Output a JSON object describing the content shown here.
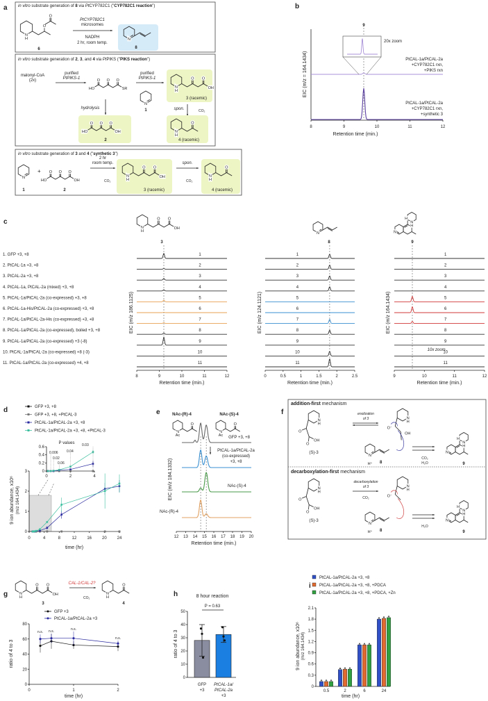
{
  "atoms": {
    "N": "N",
    "H": "H",
    "O": "O",
    "OH": "OH",
    "HO": "HO",
    "SR": "SR",
    "Ac": "Ac",
    "Hm": "H⁺",
    "Om": "O⁻",
    "R": "R",
    "S": "S"
  },
  "panel_a": {
    "label": "a",
    "box1": {
      "title": [
        [
          "in vitro",
          "i"
        ],
        [
          " substrate generation of ",
          ""
        ],
        [
          "8",
          "b"
        ],
        [
          " via ",
          ""
        ],
        [
          "Pt",
          "i"
        ],
        [
          "CYP782C1 (\"",
          ""
        ],
        [
          "CYP782C1 reaction",
          "b"
        ],
        [
          "\")",
          ""
        ]
      ],
      "compound_6": "6",
      "reagent_1": "PtCYP782C1",
      "reagent_2": "microsomes",
      "cond_1": "NADPH",
      "cond_2": "2 hr, room temp.",
      "compound_8": "8",
      "product_color": "#d6ebf8"
    },
    "box2": {
      "title": [
        [
          "in vitro",
          "i"
        ],
        [
          " substrate generation of ",
          ""
        ],
        [
          "2",
          "b"
        ],
        [
          ", ",
          ""
        ],
        [
          "3",
          "b"
        ],
        [
          ", and ",
          ""
        ],
        [
          "4",
          "b"
        ],
        [
          " via ",
          ""
        ],
        [
          "Pt",
          "i"
        ],
        [
          "PIKS (\"",
          ""
        ],
        [
          "PIKS reaction",
          "b"
        ],
        [
          "\")",
          ""
        ]
      ],
      "start_1": "malonyl-CoA",
      "start_2": "(2x)",
      "step1_1": "purified",
      "step1_2": "PtPIKS-1",
      "step2_1": "purified",
      "step2_2": "PtPIKS-1",
      "compound_1": "1",
      "compound_3": "3 (racemic)",
      "hydrolysis": "hydrolysis",
      "spon": "spon.",
      "co2": "CO₂",
      "compound_2": "2",
      "compound_4": "4 (racemic)",
      "highlight_color": "#eef5c4"
    },
    "box3": {
      "title": [
        [
          "in vitro",
          "i"
        ],
        [
          " substrate generation of ",
          ""
        ],
        [
          "3",
          "b"
        ],
        [
          " and ",
          ""
        ],
        [
          "4",
          "b"
        ],
        [
          " (\"",
          ""
        ],
        [
          "synthetic 3",
          "b"
        ],
        [
          "\")",
          ""
        ]
      ],
      "plus": "+",
      "cond_1": "2 hr",
      "cond_2": "room temp.",
      "co2_a": "CO₂",
      "spon": "spon.",
      "co2_b": "CO₂",
      "compound_1": "1",
      "compound_2": "2",
      "compound_3": "3 (racemic)",
      "compound_4": "4 (racemic)"
    }
  },
  "panel_f": {
    "label": "f",
    "top": {
      "title": [
        [
          "addition-first",
          "b"
        ],
        [
          " mechanism",
          ""
        ]
      ],
      "step_1": "enolization",
      "step_2": "of 3",
      "substrate": "(S)-3",
      "compound_8": "8",
      "byprod_1": "CO₂",
      "byprod_2": "H₂O",
      "product": "9"
    },
    "bottom": {
      "title": [
        [
          "decarboxylation-first",
          "b"
        ],
        [
          " mechanism",
          ""
        ]
      ],
      "step_1": "decarboxylation",
      "step_2": "of 3",
      "co2": "CO₂",
      "substrate": "(S)-3",
      "compound_8": "8",
      "byprod_1": "H₂O",
      "product": "9"
    },
    "arrow_colors": {
      "top": "#3a3aa0",
      "bottom": "#d04040"
    }
  },
  "panel_g_scheme": {
    "compound_3": "3",
    "enzyme": "CAL-1/CAL-2?",
    "co2": "CO₂",
    "compound_4": "4",
    "enzyme_color": "#d03030"
  },
  "chart_data": [
    {
      "id": "b",
      "panel_label": "b",
      "type": "line",
      "peak_label": "9",
      "inset_label": "20x zoom",
      "xlabel": "Retention time (min.)",
      "ylabel": "EIC (m/z = 164.1434)",
      "xlim": [
        8,
        12
      ],
      "xticks": [
        8,
        9,
        10,
        11,
        12
      ],
      "series": [
        {
          "label_lines": [
            "PtCAL-1a/PtCAL-2a",
            "+CYP782C1 rxn,",
            "+PIKS rxn"
          ],
          "color": "#a890d8",
          "peak_rt": 9.6,
          "relative_peak": 0.05
        },
        {
          "label_lines": [
            "PtCAL-1a/PtCAL-2a",
            "+CYP782C1 rxn,",
            "+synthetic 3"
          ],
          "color": "#5a3ea0",
          "peak_rt": 9.6,
          "relative_peak": 1.0
        }
      ]
    },
    {
      "id": "c",
      "panel_label": "c",
      "type": "line",
      "conditions": [
        "1. GFP +3, +8",
        "2. PtCAL-1a +3, +8",
        "3. PtCAL-2a +3, +8",
        "4. PtCAL-1a, PtCAL-2a (mixed) +3, +8",
        "5. PtCAL-1a/PtCAL-2a (co-expressed) +3, +8",
        "6. PtCAL-1a-His/PtCAL-2a (co-expressed) +3, +8",
        "7. PtCAL-1a/PtCAL-2a-His (co-expressed) +3, +8",
        "8. PtCAL-1a/PtCAL-2a (co-expressed), boiled +3, +8",
        "9. PtCAL-1a/PtCAL-2a (co-expressed) +3 (-8)",
        "10. PtCAL-1a/PtCAL-2a (co-expressed) +8 (-3)",
        "11. PtCAL-1a/PtCAL-2a (co-expressed) +4, +8"
      ],
      "row_numbers": [
        "1",
        "2",
        "3",
        "4",
        "5",
        "6",
        "7",
        "8",
        "9",
        "10",
        "11"
      ],
      "base_color": "#333333",
      "highlight_rows": [
        5,
        6,
        7
      ],
      "subplots": [
        {
          "compound": "3",
          "ylabel": "EIC (m/z 186.1125)",
          "xlabel": "Retention time (min.)",
          "xlim": [
            8,
            12
          ],
          "xticks": [
            8,
            9,
            10,
            11,
            12
          ],
          "peak_rt": 9.2,
          "highlight_color": "#e8a050",
          "relative_peaks": [
            0.6,
            0.1,
            0.2,
            0.15,
            0.2,
            0.05,
            0.1,
            0.15,
            0.95,
            0,
            0
          ]
        },
        {
          "compound": "8",
          "ylabel": "EIC (m/z 124.1121)",
          "xlabel": "Retention time (min.)",
          "xlim": [
            0,
            2.5
          ],
          "xticks": [
            0,
            0.5,
            1.0,
            1.5,
            2.0,
            2.5
          ],
          "peak_rt": 1.8,
          "highlight_color": "#3a8fd0",
          "relative_peaks": [
            0.5,
            0.5,
            0.5,
            0.5,
            0,
            0,
            0.5,
            0.5,
            0,
            0.55,
            0.95
          ]
        },
        {
          "compound": "9",
          "ylabel": "EIC (m/z 164.1434)",
          "xlabel": "Retention time (min.)",
          "xlim": [
            9,
            12
          ],
          "xticks": [
            9,
            10,
            11,
            12
          ],
          "peak_rt": 9.6,
          "highlight_color": "#d03838",
          "annotation": "10x zoom",
          "relative_peaks": [
            0,
            0,
            0,
            0,
            0.65,
            0.7,
            0.25,
            0,
            0,
            0,
            0
          ]
        }
      ]
    },
    {
      "id": "d",
      "panel_label": "d",
      "type": "line",
      "xlabel": "time (hr)",
      "ylabel": "9 ion abundance, x10⁶",
      "ylabel_2": "(m/z 164.1434)",
      "xlim": [
        0,
        24
      ],
      "ylim": [
        0,
        3
      ],
      "xticks": [
        0,
        4,
        8,
        12,
        16,
        20,
        24
      ],
      "yticks": [
        0,
        1,
        2,
        3
      ],
      "x": [
        0,
        0.25,
        0.5,
        1,
        2,
        4,
        8,
        20,
        24
      ],
      "series": [
        {
          "name": "GFP +3, +8",
          "color": "#111111",
          "values": [
            0,
            0,
            0,
            0,
            0,
            0,
            0,
            0,
            0
          ],
          "error": [
            0,
            0,
            0,
            0,
            0,
            0,
            0,
            0,
            0
          ]
        },
        {
          "name": "GFP +3, +8, +PtCAL-3",
          "color": "#777777",
          "values": [
            0,
            0,
            0,
            0,
            0,
            0,
            0,
            0,
            0
          ],
          "error": [
            0,
            0,
            0,
            0,
            0,
            0,
            0,
            0,
            0
          ]
        },
        {
          "name": "PtCAL-1a/PtCAL-2a +3, +8",
          "color": "#2a2aa0",
          "values": [
            0,
            0,
            0,
            0.02,
            0.04,
            0.18,
            0.84,
            2.12,
            2.25
          ],
          "error": [
            0,
            0,
            0,
            0.01,
            0.02,
            0.08,
            0.2,
            0.3,
            0.3
          ]
        },
        {
          "name": "PtCAL-1a/PtCAL-2a +3, +8, +PtCAL-3",
          "color": "#3ec0a0",
          "values": [
            0,
            0,
            0.01,
            0.03,
            0.11,
            0.47,
            1.33,
            2.01,
            2.38
          ],
          "error": [
            0,
            0,
            0.01,
            0.01,
            0.03,
            0.05,
            0.35,
            0.87,
            0.45
          ]
        }
      ],
      "inset": {
        "title": "P values",
        "xlim": [
          0,
          4
        ],
        "ylim": [
          0,
          0.6
        ],
        "xticks": [
          0,
          2,
          4
        ],
        "yticks": [
          0,
          0.2,
          0.4,
          0.6
        ],
        "p_values": [
          "0.006",
          "0.02",
          "0.06",
          "0.04",
          "0.03"
        ]
      }
    },
    {
      "id": "e",
      "panel_label": "e",
      "type": "line",
      "compound_labels": [
        "NAc-(R)-4",
        "NAc-(S)-4"
      ],
      "xlabel": "Retention time (min.)",
      "ylabel": "EIC (m/z 184.1332)",
      "xlim": [
        12,
        20
      ],
      "xticks": [
        12,
        13,
        14,
        15,
        16,
        17,
        18,
        19,
        20
      ],
      "peak_rts": [
        14.6,
        15.2
      ],
      "series": [
        {
          "label_lines": [
            "GFP +3, +8"
          ],
          "color": "#666666",
          "relative_peaks": [
            1.0,
            0.9
          ]
        },
        {
          "label_lines": [
            "PtCAL-1a/PtCAL-2a",
            "(co-expressed)",
            "+3, +8"
          ],
          "color": "#3a8fd0",
          "relative_peaks": [
            0.9,
            0.6
          ]
        },
        {
          "label_lines": [
            "NAc-(S)-4"
          ],
          "color": "#4a9a4a",
          "relative_peaks": [
            0.2,
            1.0
          ]
        },
        {
          "label_lines": [
            "NAc-(R)-4"
          ],
          "color": "#e0a060",
          "relative_peaks": [
            0.9,
            0.2
          ]
        }
      ]
    },
    {
      "id": "g",
      "panel_label": "g",
      "type": "line",
      "xlabel": "time (hr)",
      "ylabel": "ratio of 4 to 3",
      "xlim": [
        0,
        2
      ],
      "ylim": [
        0,
        80
      ],
      "xticks": [
        0,
        1,
        2
      ],
      "yticks": [
        0,
        20,
        40,
        60,
        80
      ],
      "x": [
        0.25,
        0.5,
        1,
        2
      ],
      "significance": [
        "n.s.",
        "n.s.",
        "n.s.",
        "n.s."
      ],
      "series": [
        {
          "name": "GFP +3",
          "color": "#111111",
          "values": [
            51,
            57,
            52,
            50
          ],
          "error": [
            9,
            10,
            5,
            6
          ]
        },
        {
          "name": "PtCAL-1a/PtCAL-2a +3",
          "color": "#2a2aa0",
          "values": [
            60,
            61,
            61,
            54
          ],
          "error": [
            6,
            6,
            9,
            4
          ]
        }
      ]
    },
    {
      "id": "h",
      "panel_label": "h",
      "type": "bar",
      "title": "8 hour reaction",
      "ylabel": "ratio of 4 to 3",
      "ylim": [
        0,
        50
      ],
      "yticks": [
        0,
        10,
        20,
        30,
        40,
        50
      ],
      "categories": [
        [
          "GFP",
          "+3"
        ],
        [
          "PtCAL-1a/",
          "PtCAL-2a",
          "+3"
        ]
      ],
      "values": [
        28,
        32.5
      ],
      "error": [
        12,
        6
      ],
      "points": [
        [
          37,
          33,
          15
        ],
        [
          38,
          31,
          28
        ]
      ],
      "colors": [
        "#8a8ca0",
        "#1a7fe0"
      ],
      "annotation": "P = 0.63"
    },
    {
      "id": "i",
      "panel_label": "i",
      "type": "bar",
      "xlabel": "time (hr)",
      "ylabel": "9 ion abundance, x10⁶",
      "ylabel_2": "(m/z 164.1434)",
      "ylim": [
        0,
        2.1
      ],
      "yticks": [
        0,
        0.3,
        0.6,
        0.9,
        1.2,
        1.5,
        1.8,
        2.1
      ],
      "categories": [
        "0.5",
        "2",
        "6",
        "24"
      ],
      "series": [
        {
          "name": "PtCAL-1a/PtCAL-2a +3, +8",
          "color": "#3050c8",
          "values": [
            0.13,
            0.45,
            1.11,
            1.8
          ]
        },
        {
          "name": "PtCAL-1a/PtCAL-2a +3, +8, +PDCA",
          "color": "#e06a30",
          "values": [
            0.13,
            0.46,
            1.11,
            1.82
          ]
        },
        {
          "name": "PtCAL-1a/PtCAL-2a +3, +8, +PDCA, +Zn",
          "color": "#30a040",
          "values": [
            0.13,
            0.46,
            1.11,
            1.84
          ]
        }
      ]
    }
  ]
}
